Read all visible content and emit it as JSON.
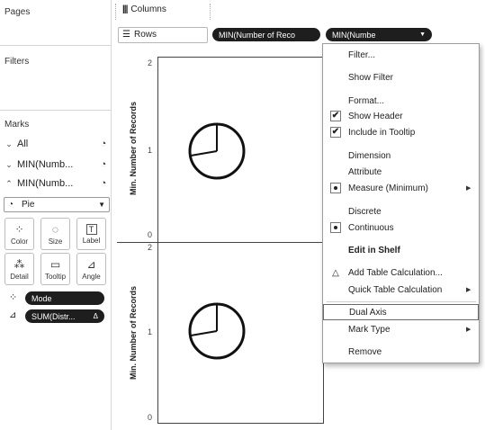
{
  "left": {
    "pages_title": "Pages",
    "filters_title": "Filters",
    "marks_title": "Marks",
    "marks_rows": [
      {
        "label": "All",
        "chevron": "⌄"
      },
      {
        "label": "MIN(Numb...",
        "chevron": "⌄"
      },
      {
        "label": "MIN(Numb...",
        "chevron": "⌃"
      }
    ],
    "mark_type": "Pie",
    "cards": [
      {
        "label": "Color",
        "glyph": "⁘"
      },
      {
        "label": "Size",
        "glyph": "◌"
      },
      {
        "label": "Label",
        "glyph": "T"
      },
      {
        "label": "Detail",
        "glyph": "⁂"
      },
      {
        "label": "Tooltip",
        "glyph": "▭"
      },
      {
        "label": "Angle",
        "glyph": "⊿"
      }
    ],
    "pills": [
      {
        "icon": "⁘",
        "label": "Mode"
      },
      {
        "icon": "⊿",
        "label": "SUM(Distr...",
        "badge": "Δ"
      }
    ]
  },
  "shelves": {
    "columns_label": "Columns",
    "rows_label": "Rows",
    "rows_pill_1": "MIN(Number of Reco",
    "rows_pill_2": "MIN(Numbe"
  },
  "chart": {
    "axis_title": "Min. Number of Records",
    "ticks_top": [
      "2",
      "1",
      "0"
    ],
    "ticks_bottom": [
      "2",
      "1",
      "0"
    ]
  },
  "menu": {
    "items": [
      {
        "label": "Filter...",
        "mark": ""
      },
      {
        "label": "Show Filter",
        "mark": ""
      },
      {
        "label": "Format...",
        "mark": ""
      },
      {
        "label": "Show Header",
        "mark": "check"
      },
      {
        "label": "Include in Tooltip",
        "mark": "check"
      },
      {
        "label": "Dimension",
        "mark": ""
      },
      {
        "label": "Attribute",
        "mark": ""
      },
      {
        "label": "Measure (Minimum)",
        "mark": "radio",
        "submenu": true
      },
      {
        "label": "Discrete",
        "mark": ""
      },
      {
        "label": "Continuous",
        "mark": "radio"
      },
      {
        "label": "Edit in Shelf",
        "mark": "",
        "bold": true
      },
      {
        "label": "Add Table Calculation...",
        "mark": "delta"
      },
      {
        "label": "Quick Table Calculation",
        "mark": "",
        "submenu": true
      },
      {
        "label": "Dual Axis",
        "mark": "",
        "highlight": true
      },
      {
        "label": "Mark Type",
        "mark": "",
        "submenu": true
      },
      {
        "label": "Remove",
        "mark": ""
      }
    ]
  }
}
